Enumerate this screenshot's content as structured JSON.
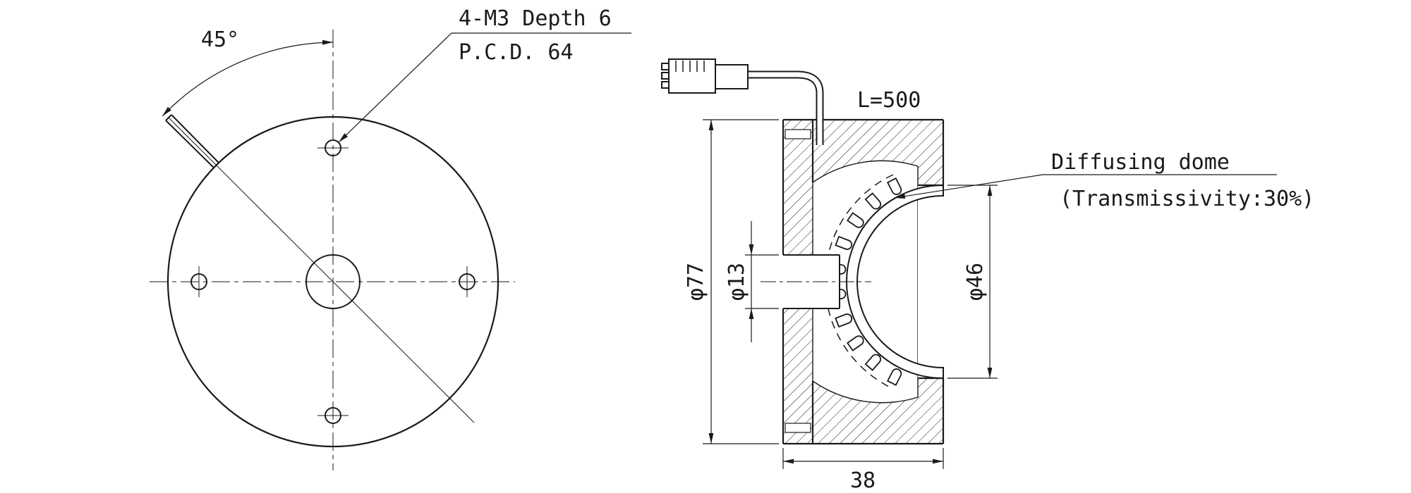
{
  "front_view": {
    "angle_label": "45°",
    "callout_line1": "4-M3 Depth 6",
    "callout_line2": "P.C.D. 64"
  },
  "section_view": {
    "cable_length_label": "L=500",
    "dome_callout_line1": "Diffusing dome",
    "dome_callout_line2": "(Transmissivity:30%)",
    "dim_outer_diameter": "φ77",
    "dim_center_hole_diameter": "φ13",
    "dim_aperture_diameter": "φ46",
    "dim_depth": "38"
  },
  "colors": {
    "line": "#1a1a1a",
    "background": "#ffffff"
  }
}
